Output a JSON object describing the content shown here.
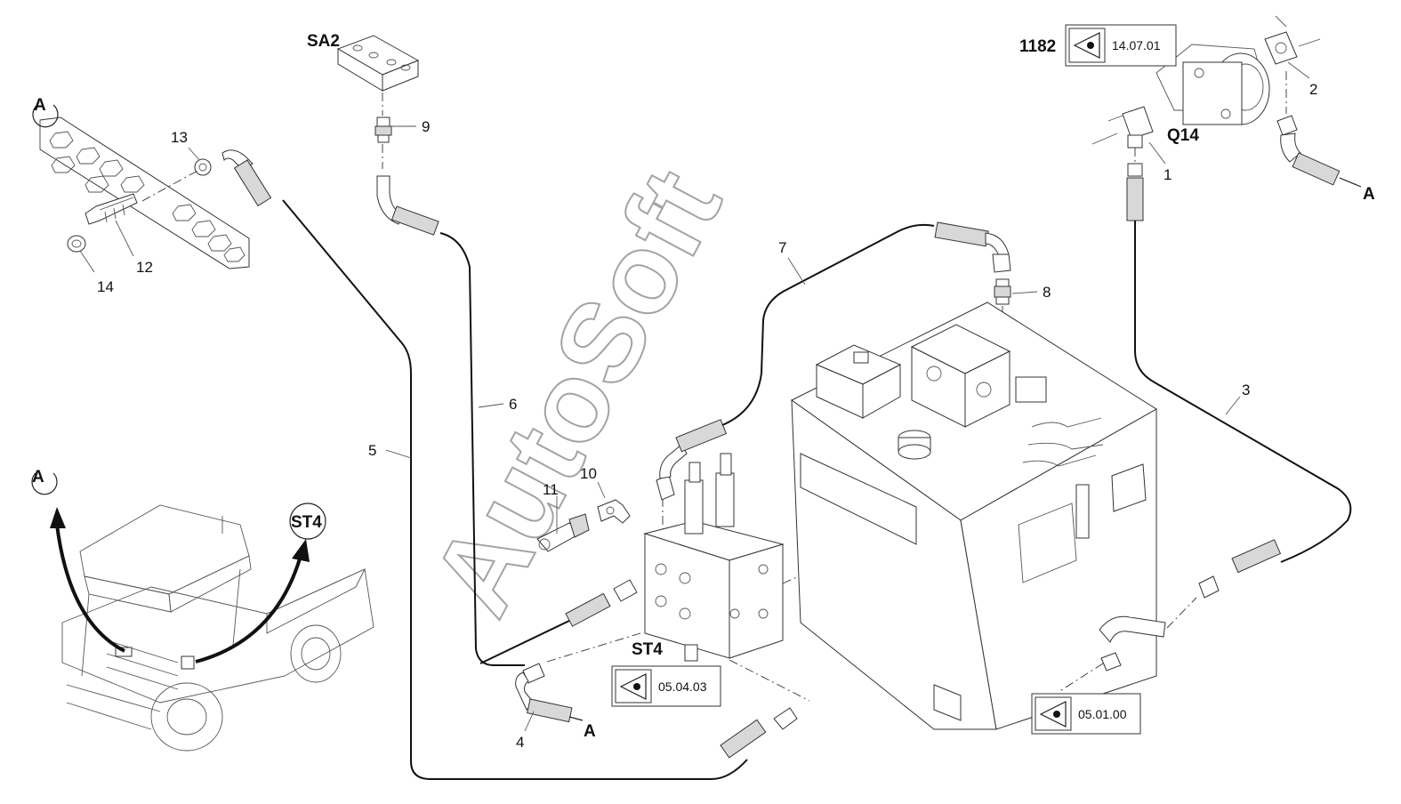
{
  "watermark": "AutoSoft",
  "labels": {
    "part_1": "1",
    "part_2": "2",
    "part_3": "3",
    "part_4": "4",
    "part_5": "5",
    "part_6": "6",
    "part_7": "7",
    "part_8": "8",
    "part_9": "9",
    "part_10": "10",
    "part_11": "11",
    "part_12": "12",
    "part_13": "13",
    "part_14": "14"
  },
  "component_labels": {
    "sa2": "SA2",
    "q14": "Q14",
    "st4_valve": "ST4",
    "st4_callout": "ST4",
    "code_1182": "1182",
    "connection_a_plate": "A",
    "connection_a_pump": "A",
    "connection_a_hose4": "A",
    "connection_a_machine": "A"
  },
  "references": {
    "pump_ref": "14.07.01",
    "valve_ref": "05.04.03",
    "tank_ref": "05.01.00"
  },
  "icons": {
    "view_icon": "eye-icon"
  }
}
